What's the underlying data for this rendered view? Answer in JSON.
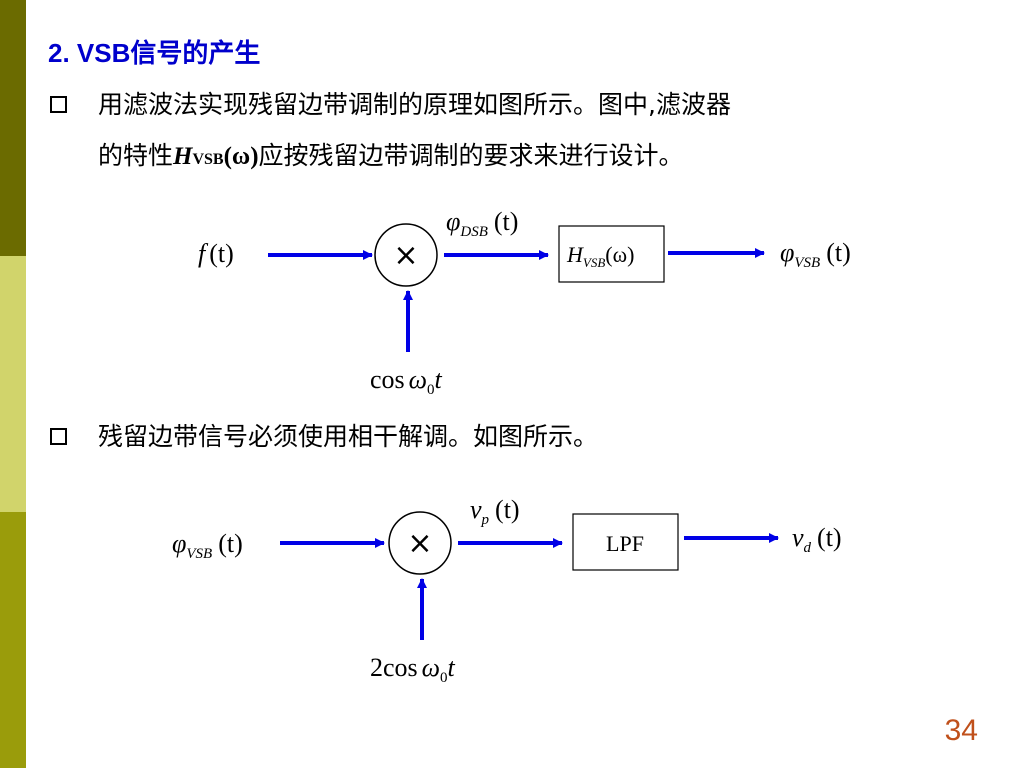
{
  "colors": {
    "sidebar": [
      "#6b6b00",
      "#d1d46b",
      "#9a9c0b"
    ],
    "arrow": "#0000e6",
    "heading": "#0000cc",
    "page_number": "#c0501b"
  },
  "heading": "2. VSB信号的产生",
  "bullet1": {
    "line1": "用滤波法实现残留边带调制的原理如图所示。图中,滤波器",
    "line2_pre": "的特性",
    "H": "H",
    "H_sub": "VSB",
    "omega": "(ω)",
    "line2_post": "应按残留边带调制的要求来进行设计。"
  },
  "diagram1": {
    "input_f": "f",
    "input_t": "(t)",
    "multiply": "×",
    "mid_phi": "φ",
    "mid_sub": "DSB",
    "mid_t": "(t)",
    "filter_H": "H",
    "filter_sub": "VSB",
    "filter_omega": "(ω)",
    "out_phi": "φ",
    "out_sub": "VSB",
    "out_t": "(t)",
    "carrier_cos": "cos",
    "carrier_omega": "ω",
    "carrier_zero": "0",
    "carrier_t": "t"
  },
  "bullet2": {
    "text": "残留边带信号必须使用相干解调。如图所示。"
  },
  "diagram2": {
    "in_phi": "φ",
    "in_sub": "VSB",
    "in_t": "(t)",
    "multiply": "×",
    "mid_v": "v",
    "mid_sub": "p",
    "mid_t": "(t)",
    "filter": "LPF",
    "out_v": "v",
    "out_sub": "d",
    "out_t": "(t)",
    "carrier_two": "2cos",
    "carrier_omega": "ω",
    "carrier_zero": "0",
    "carrier_t": "t"
  },
  "page_number": "34"
}
